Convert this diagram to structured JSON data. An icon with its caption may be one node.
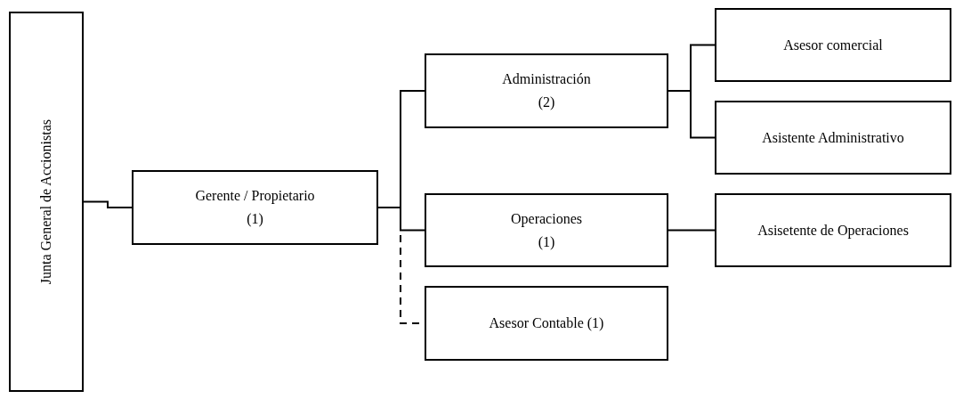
{
  "diagram": {
    "nodes": [
      {
        "text": [
          "Junta General de Accionistas"
        ]
      },
      {
        "text": [
          "Gerente / Propietario",
          "(1)"
        ]
      },
      {
        "text": [
          "Administración",
          "(2)"
        ]
      },
      {
        "text": [
          "Asesor comercial"
        ]
      },
      {
        "text": [
          "Asistente Administrativo"
        ]
      },
      {
        "text": [
          "Operaciones",
          "(1)"
        ]
      },
      {
        "text": [
          "Asisetente de Operaciones"
        ]
      },
      {
        "text": [
          "Asesor Contable (1)"
        ]
      }
    ],
    "edges": [
      {
        "from": 0,
        "to": 1,
        "arrow": "none"
      },
      {
        "from": 1,
        "to": 2,
        "arrow": "none"
      },
      {
        "from": 1,
        "to": 5,
        "arrow": "none"
      },
      {
        "from": 1,
        "to": 7,
        "arrow": "none",
        "style": "dashed"
      },
      {
        "from": 2,
        "to": 3,
        "arrow": "none"
      },
      {
        "from": 2,
        "to": 4,
        "arrow": "none"
      },
      {
        "from": 5,
        "to": 6,
        "arrow": "none"
      }
    ]
  }
}
